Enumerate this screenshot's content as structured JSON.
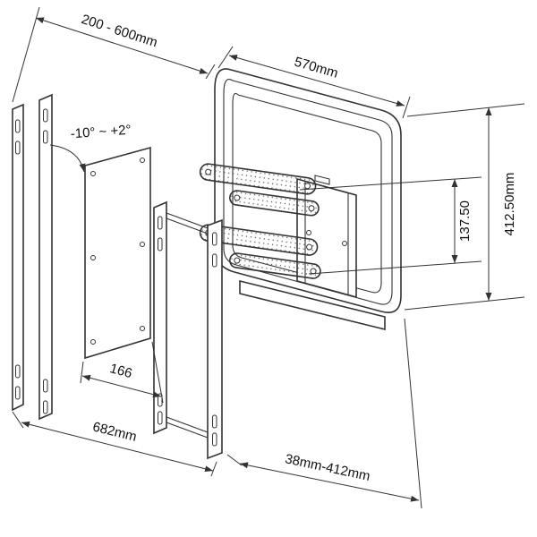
{
  "diagram": {
    "title": "TV wall mount dimensional drawing",
    "labels": {
      "extension_range": "200 - 600mm",
      "tv_width": "570mm",
      "tilt_range": "-10° ~ +2°",
      "height": "412.50mm",
      "pivot_spacing": "137.50",
      "plate_width": "166",
      "overall_width": "682mm",
      "wall_distance_range": "38mm-412mm"
    },
    "colors": {
      "line": "#333333",
      "text": "#111111",
      "background": "#ffffff"
    }
  }
}
